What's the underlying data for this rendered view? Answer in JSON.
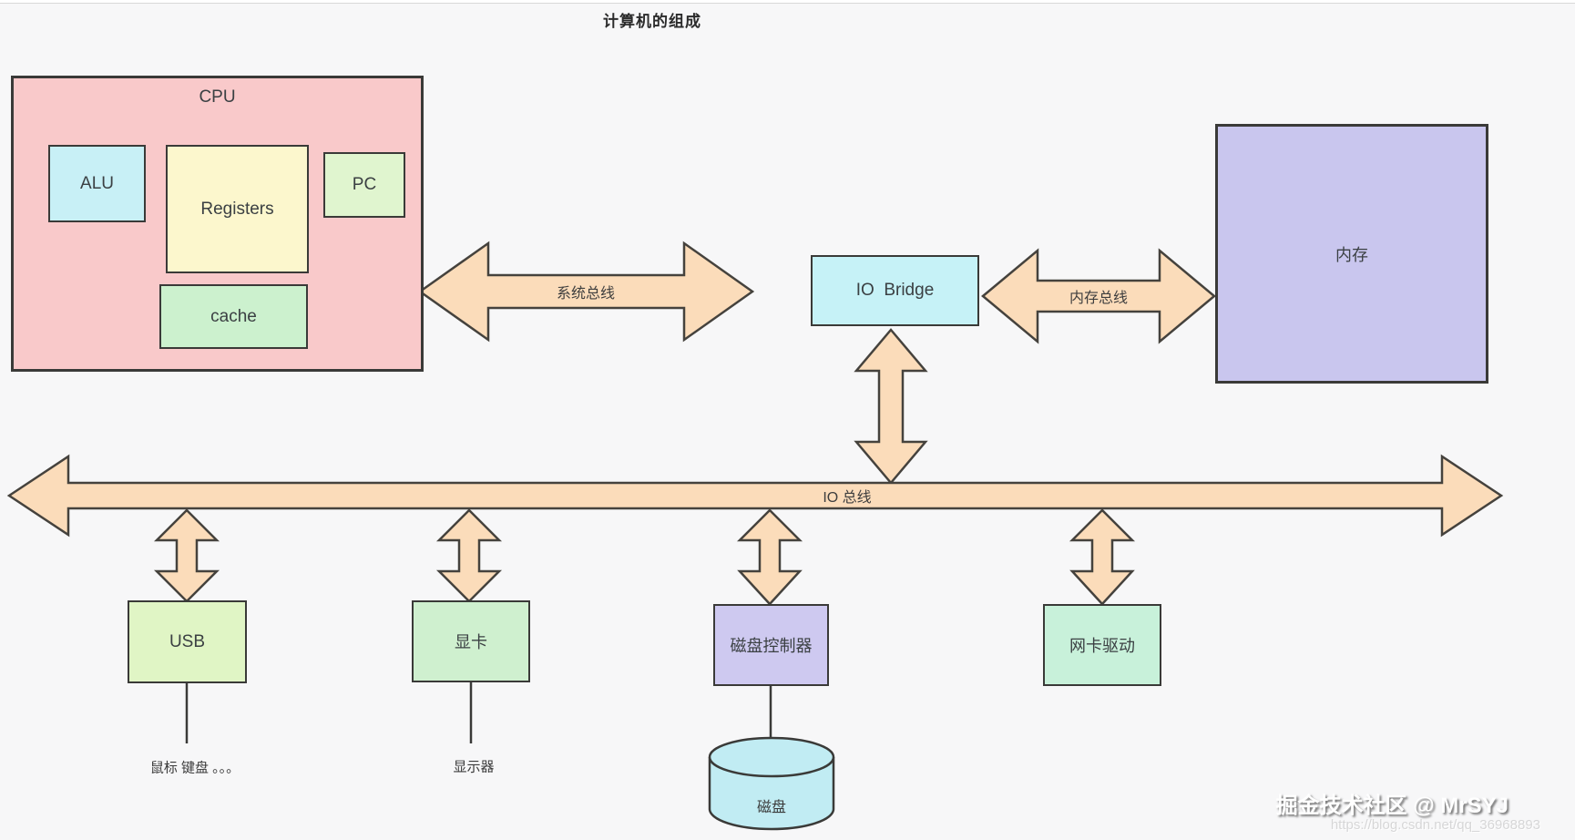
{
  "title": "计算机的组成",
  "cpu": {
    "label": "CPU",
    "alu": "ALU",
    "registers": "Registers",
    "pc": "PC",
    "cache": "cache"
  },
  "io_bridge": {
    "label": "IO  Bridge"
  },
  "memory": {
    "label": "内存"
  },
  "buses": {
    "system": "系统总线",
    "memory": "内存总线",
    "io": "IO 总线"
  },
  "devices": [
    {
      "label": "USB"
    },
    {
      "label": "显卡"
    },
    {
      "label": "磁盘控制器"
    },
    {
      "label": "网卡驱动"
    }
  ],
  "peripherals": {
    "usb_devices": "鼠标 键盘 。。。",
    "monitor": "显示器",
    "disk": "磁盘"
  },
  "watermark": {
    "text": "掘金技术社区 @ MrSYJ",
    "url": "https://blog.csdn.net/qq_36968893"
  },
  "palette": {
    "background": "#f7f7f8",
    "arrow_fill": "#fbdcba",
    "arrow_stroke": "#45423d",
    "box_border": "#3a3a38",
    "cpu_fill": "#f9c9ca",
    "alu_fill": "#c8f0f6",
    "registers_fill": "#fcf7cd",
    "pc_fill": "#e0f5cf",
    "cache_fill": "#ccf1ce",
    "io_bridge_fill": "#c6f2f7",
    "memory_fill": "#c9c6ee",
    "usb_fill": "#e0f5c5",
    "gpu_fill": "#cff0cf",
    "disk_controller_fill": "#cec9f0",
    "nic_fill": "#c8f1da",
    "disk_fill": "#c1ecf3",
    "connector_line": "#3a3a38"
  }
}
